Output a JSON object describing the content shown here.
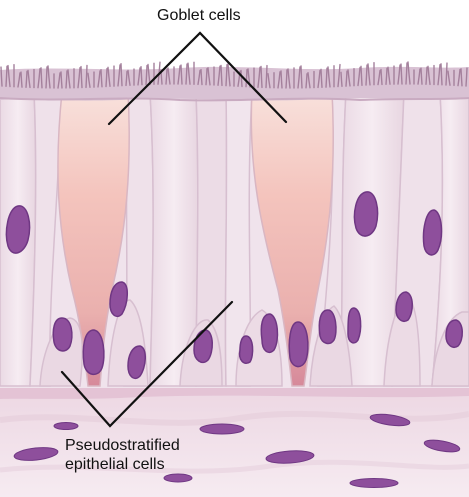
{
  "labels": {
    "goblet": "Goblet cells",
    "pseudo_line1": "Pseudostratified",
    "pseudo_line2": "epithelial cells"
  },
  "colors": {
    "cilia": "#a8849f",
    "cilia_band": "#cbb2c6",
    "cell_fill": "#f2e6ee",
    "cell_edge": "#d8c0d2",
    "cell_shadow": "#e2cedb",
    "goblet_top": "#f6cfc9",
    "goblet_mid": "#f1b6b0",
    "goblet_bottom": "#d48a99",
    "nucleus": "#8d4e9b",
    "nucleus_edge": "#6d3582",
    "basement": "#e9cfdc",
    "connective": "#f3e4ec",
    "connective_streak": "#eedbe6",
    "leader_line": "#111111"
  }
}
